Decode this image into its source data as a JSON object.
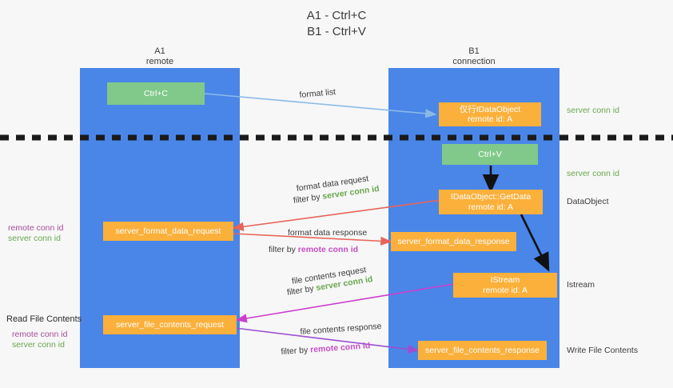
{
  "title": {
    "line1": "A1 - Ctrl+C",
    "line2": "B1 - Ctrl+V"
  },
  "lanes": [
    {
      "id": "a1",
      "name": "A1",
      "role": "remote"
    },
    {
      "id": "b1",
      "name": "B1",
      "role": "connection"
    }
  ],
  "boxes": {
    "ctrl_c": {
      "label": "Ctrl+C",
      "color": "#80c98a"
    },
    "ctrl_v": {
      "label": "Ctrl+V",
      "color": "#80c98a"
    },
    "idataobject": {
      "line1": "仅行IDataObject",
      "line2": "remote id: A",
      "color": "#fbb03b"
    },
    "getdata": {
      "line1": "IDataObject::GetData",
      "line2": "remote id: A",
      "color": "#fbb03b"
    },
    "istream": {
      "line1": "IStream",
      "line2": "remote id: A",
      "color": "#fbb03b"
    },
    "format_data_request": {
      "label": "server_format_data_request",
      "color": "#fbb03b"
    },
    "format_data_response": {
      "label": "server_format_data_response",
      "color": "#fbb03b"
    },
    "file_contents_request": {
      "label": "server_file_contents_request",
      "color": "#fbb03b"
    },
    "file_contents_response": {
      "label": "server_file_contents_response",
      "color": "#fbb03b"
    }
  },
  "right_labels": {
    "server_conn_id_top": "server conn id",
    "server_conn_id_mid": "server conn id",
    "dataobject": "DataObject",
    "istream": "Istream",
    "write_file_contents": "Write File Contents"
  },
  "left_labels": {
    "remote_conn_id_1": "remote conn id",
    "server_conn_id_1": "server conn id",
    "read_file_contents": "Read File Contents",
    "remote_conn_id_2": "remote conn id",
    "server_conn_id_2": "server conn id"
  },
  "arrow_captions": {
    "format_list": "format list",
    "format_data_request": "format data request",
    "format_data_request_filter_prefix": "filter by ",
    "format_data_request_filter_value": "server conn id",
    "format_data_response": "format data response",
    "format_data_response_filter_prefix": "filter by ",
    "format_data_response_filter_value": "remote conn id",
    "file_contents_request": "file contents request",
    "file_contents_request_filter_prefix": "filter by ",
    "file_contents_request_filter_value": "server conn id",
    "file_contents_response": "file contents response",
    "file_contents_response_filter_prefix": "filter by ",
    "file_contents_response_filter_value": "remote conn id"
  },
  "colors": {
    "lane": "#4a86e8",
    "green_box": "#80c98a",
    "orange_box": "#fbb03b",
    "green_text": "#6aa84f",
    "purple_text": "#a64d9a",
    "magenta_text": "#c64ec6",
    "divider": "#1a1a1a",
    "arrow_lightblue": "#8ab9e8",
    "arrow_red": "#e8645a",
    "arrow_magenta": "#cc3fcc",
    "arrow_purple": "#9b4fd1",
    "arrow_dark": "#1a1a1a"
  }
}
